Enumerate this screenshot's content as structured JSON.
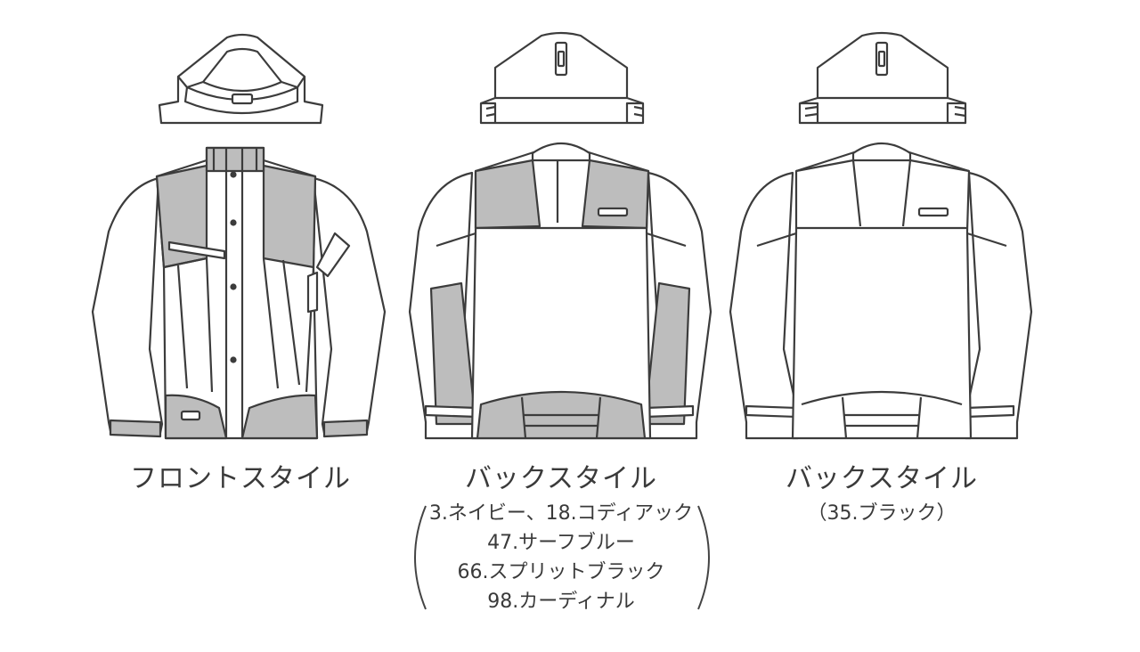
{
  "panels": [
    {
      "label": "フロントスタイル",
      "note_lines": []
    },
    {
      "label": "バックスタイル",
      "note_lines": [
        "3.ネイビー、18.コディアック",
        "47.サーフブルー",
        "66.スプリットブラック",
        "98.カーディナル"
      ]
    },
    {
      "label": "バックスタイル",
      "note_lines": [
        "（35.ブラック）"
      ]
    }
  ],
  "colors": {
    "line": "#3c3c3c",
    "panel_gray": "#bdbdbd",
    "body_white": "#ffffff"
  }
}
